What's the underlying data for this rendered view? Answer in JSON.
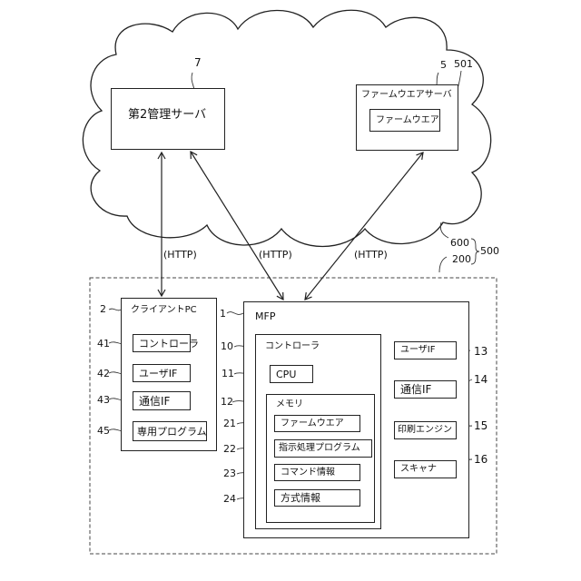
{
  "diagram": {
    "network": {
      "ref": "600"
    },
    "system_ref": "500",
    "local_area": {
      "ref": "200"
    },
    "second_mgmt_server": {
      "label": "第2管理サーバ",
      "ref": "7"
    },
    "firmware_server": {
      "label": "ファームウエアサーバ",
      "ref": "5",
      "firmware": {
        "label": "ファームウエア",
        "ref": "501"
      }
    },
    "protocol_labels": [
      "(HTTP)",
      "(HTTP)",
      "(HTTP)"
    ],
    "client_pc": {
      "label": "クライアントPC",
      "ref": "2",
      "items": [
        {
          "label": "コントローラ",
          "ref": "41"
        },
        {
          "label": "ユーザIF",
          "ref": "42"
        },
        {
          "label": "通信IF",
          "ref": "43"
        },
        {
          "label": "専用プログラム",
          "ref": "45"
        }
      ]
    },
    "mfp": {
      "label": "MFP",
      "ref": "1",
      "controller": {
        "label": "コントローラ",
        "ref": "10",
        "cpu": {
          "label": "CPU",
          "ref": "11"
        },
        "memory": {
          "label": "メモリ",
          "ref": "12",
          "items": [
            {
              "label": "ファームウエア",
              "ref": "21"
            },
            {
              "label": "指示処理プログラム",
              "ref": "22"
            },
            {
              "label": "コマンド情報",
              "ref": "23"
            },
            {
              "label": "方式情報",
              "ref": "24"
            }
          ]
        }
      },
      "peripherals": [
        {
          "label": "ユーザIF",
          "ref": "13"
        },
        {
          "label": "通信IF",
          "ref": "14"
        },
        {
          "label": "印刷エンジン",
          "ref": "15"
        },
        {
          "label": "スキャナ",
          "ref": "16"
        }
      ]
    }
  }
}
